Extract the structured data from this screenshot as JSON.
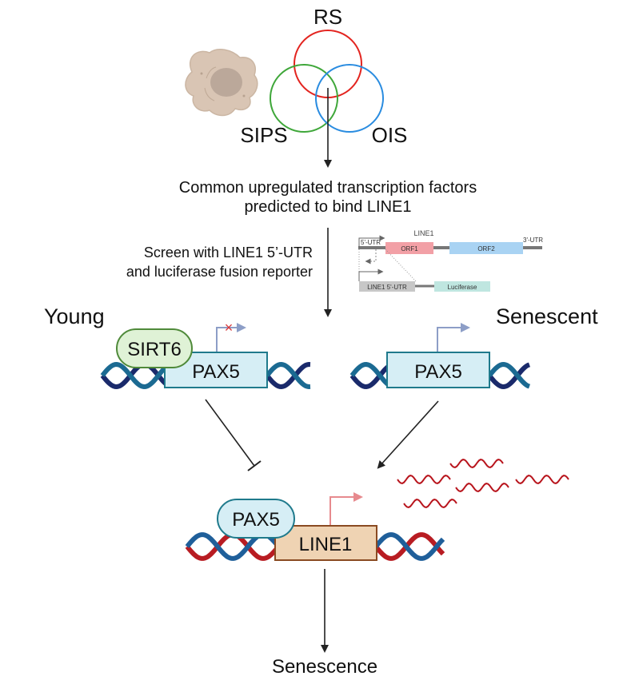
{
  "venn": {
    "sets": [
      {
        "label": "RS",
        "color": "#e3241f"
      },
      {
        "label": "SIPS",
        "color": "#3fa73a"
      },
      {
        "label": "OIS",
        "color": "#2a8ce0"
      }
    ]
  },
  "step1": {
    "line1": "Common upregulated transcription factors",
    "line2": "predicted to bind LINE1"
  },
  "step2": {
    "line1": "Screen with LINE1 5’-UTR",
    "line2": "and luciferase fusion reporter"
  },
  "construct": {
    "title": "LINE1",
    "utr5": "5'-UTR",
    "orf1": "ORF1",
    "orf2": "ORF2",
    "utr3": "3'-UTR",
    "reporter_utr": "LINE1 5'-UTR",
    "luciferase": "Luciferase",
    "colors": {
      "orf1": "#f2a0a6",
      "orf2": "#a9d3f3",
      "luciferase": "#bfe6e0",
      "utr": "#c7c7c7"
    }
  },
  "young": {
    "label": "Young",
    "repressor": "SIRT6",
    "gene": "PAX5",
    "transcription": "blocked"
  },
  "senescent": {
    "label": "Senescent",
    "gene": "PAX5",
    "transcription": "active"
  },
  "bottom": {
    "factor": "PAX5",
    "gene": "LINE1",
    "transcripts_count": 5
  },
  "outcome": "Senescence",
  "colors": {
    "pax5_box": "#d6eef5",
    "pax5_border": "#1f7a8c",
    "sirt6_fill": "#dff2d6",
    "sirt6_border": "#4f8a3a",
    "line1_fill": "#efd3b3",
    "line1_border": "#8a4a22",
    "rna": "#b8141c",
    "dna_dark": "#1a2a6b",
    "dna_teal": "#1b6a92",
    "dna_red": "#b81c22",
    "dna_blue": "#1f5f9a"
  }
}
